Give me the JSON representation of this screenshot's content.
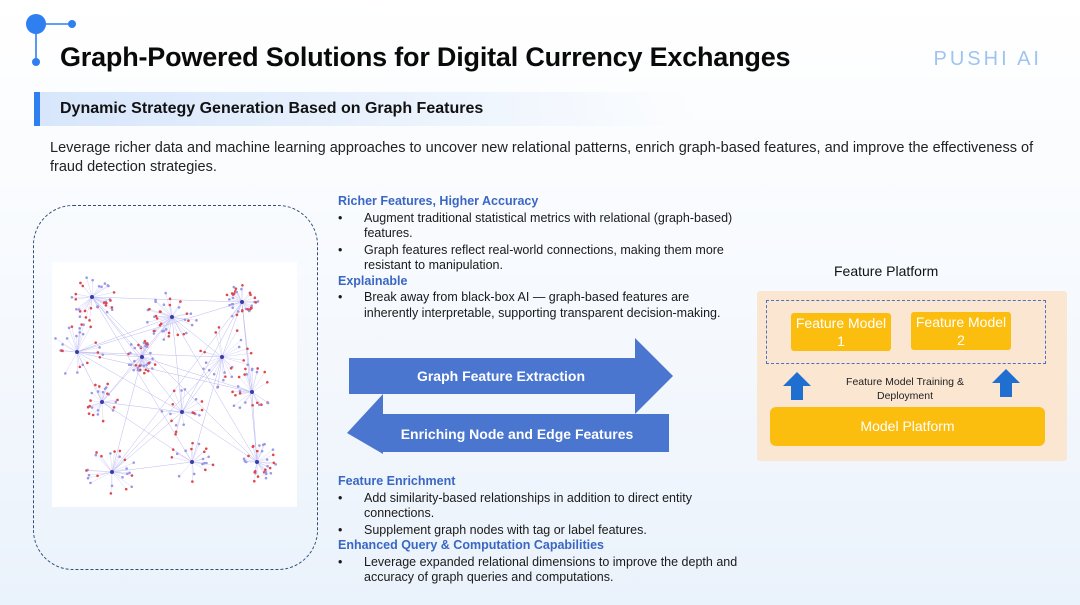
{
  "header": {
    "title": "Graph-Powered Solutions for Digital Currency Exchanges",
    "brand": "PUSHI AI"
  },
  "section": {
    "title": "Dynamic Strategy Generation Based on Graph Features"
  },
  "intro": "Leverage richer data and machine learning approaches to uncover new relational patterns, enrich graph-based features, and improve the effectiveness of fraud detection strategies.",
  "top_blocks": [
    {
      "heading": "Richer Features, Higher Accuracy",
      "items": [
        "Augment traditional statistical metrics with relational (graph-based) features.",
        "Graph features reflect real-world connections, making them more resistant to manipulation."
      ]
    },
    {
      "heading": "Explainable",
      "items": [
        "Break away from black-box AI — graph-based features are inherently interpretable, supporting transparent decision-making."
      ]
    }
  ],
  "bottom_blocks": [
    {
      "heading": "Feature Enrichment",
      "items": [
        "Add similarity-based relationships in addition to direct entity connections.",
        "Supplement graph nodes with tag or label features."
      ]
    },
    {
      "heading": "Enhanced Query & Computation Capabilities",
      "items": [
        "Leverage expanded relational dimensions to improve the depth and accuracy of graph queries and computations."
      ]
    }
  ],
  "arrows": {
    "forward": "Graph Feature Extraction",
    "backward": "Enriching Node and Edge Features"
  },
  "platform": {
    "title": "Feature Platform",
    "model1": "Feature Model 1",
    "model2": "Feature Model 2",
    "training": "Feature Model Training & Deployment",
    "model_platform": "Model Platform"
  },
  "colors": {
    "accent": "#2f7ff0",
    "arrow": "#4a76d0",
    "heading": "#3a67c4",
    "model_box": "#fbbd0e",
    "platform_bg": "#fbe6d2"
  }
}
